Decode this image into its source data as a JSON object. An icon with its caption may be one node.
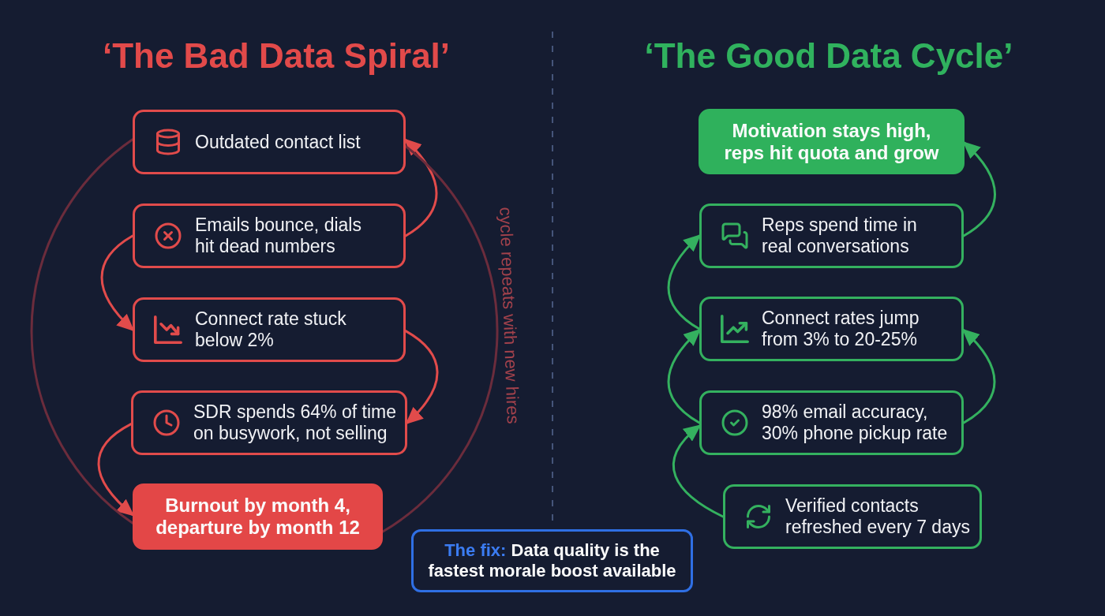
{
  "diagram": {
    "nodes": [
      {
        "text": [
          "Outdated contact list"
        ]
      },
      {
        "text": [
          "Emails bounce, dials hit dead numbers"
        ]
      },
      {
        "text": [
          "Connect rate stuck below 2%"
        ]
      },
      {
        "text": [
          "SDR spends 64% of time on busywork, not selling"
        ]
      },
      {
        "text": [
          "Burnout by month 4, departure by month 12"
        ]
      },
      {
        "text": [
          "Motivation stays high, reps hit quota and grow"
        ]
      },
      {
        "text": [
          "Reps spend time in real conversations"
        ]
      },
      {
        "text": [
          "Connect rates jump from 3% to 20-25%"
        ]
      },
      {
        "text": [
          "98% email accuracy, 30% phone pickup rate"
        ]
      },
      {
        "text": [
          "Verified contacts refreshed every 7 days"
        ]
      },
      {
        "text": [
          "The fix:",
          "Data quality is the fastest morale boost available"
        ]
      }
    ],
    "edges": [
      {
        "from": 1,
        "to": 0,
        "arrow": "to",
        "color": "#e14b4b"
      },
      {
        "from": 1,
        "to": 2,
        "arrow": "to",
        "color": "#e14b4b"
      },
      {
        "from": 2,
        "to": 3,
        "arrow": "to",
        "color": "#e14b4b"
      },
      {
        "from": 3,
        "to": 4,
        "arrow": "to",
        "color": "#e14b4b"
      },
      {
        "from": 4,
        "to": 0,
        "arrow": "none",
        "label": "cycle repeats with new hires",
        "color": "#6b2c3c"
      },
      {
        "from": 0,
        "to": 4,
        "arrow": "none",
        "color": "#6b2c3c"
      },
      {
        "from": 9,
        "to": 8,
        "arrow": "to",
        "color": "#34b15f"
      },
      {
        "from": 8,
        "to": 7,
        "arrow": "to",
        "color": "#34b15f"
      },
      {
        "from": 8,
        "to": 7,
        "arrow": "to",
        "color": "#34b15f"
      },
      {
        "from": 7,
        "to": 6,
        "arrow": "to",
        "color": "#34b15f"
      },
      {
        "from": 6,
        "to": 5,
        "arrow": "to",
        "color": "#34b15f"
      }
    ],
    "labels": [
      "‘The Bad Data Spiral’",
      "‘The Good Data Cycle’"
    ]
  }
}
